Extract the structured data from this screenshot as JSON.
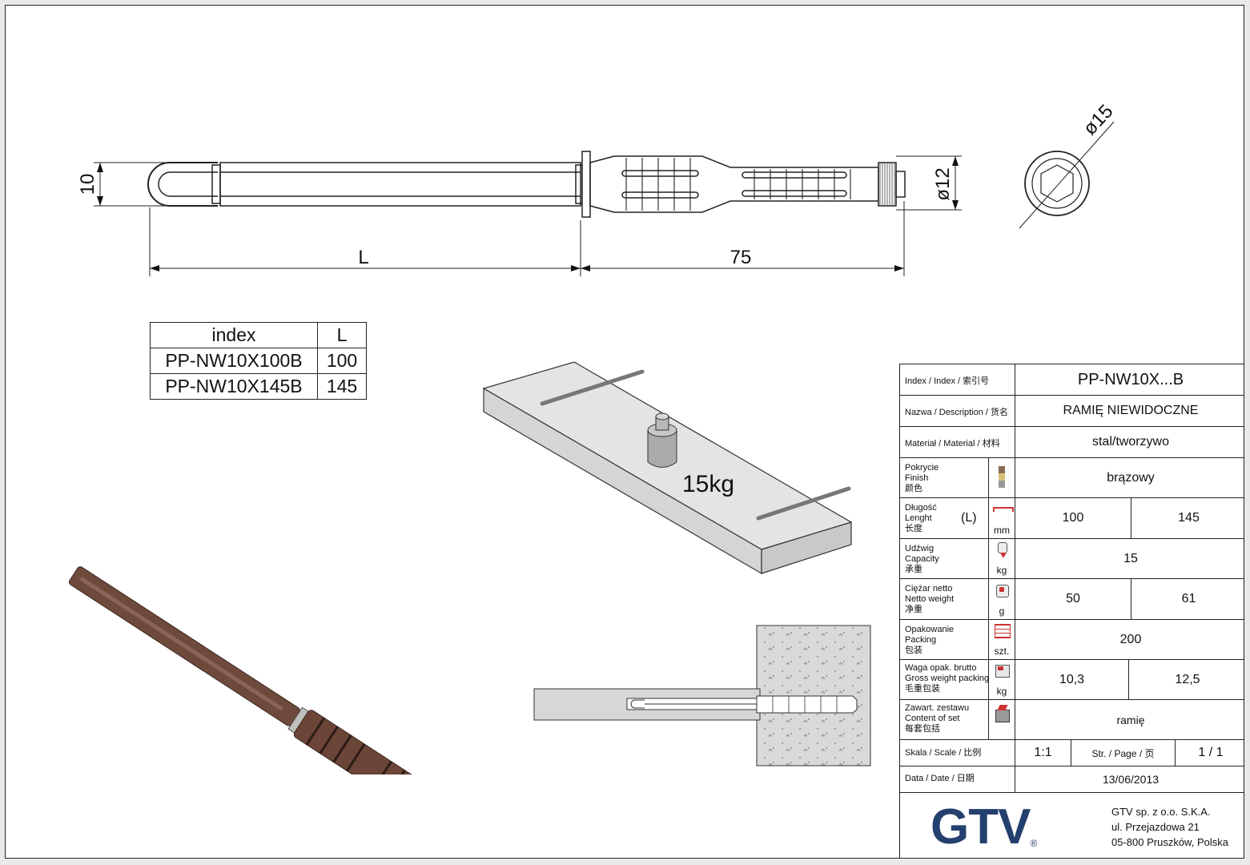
{
  "drawing": {
    "dim_10": "10",
    "dim_L": "L",
    "dim_75": "75",
    "dim_d12": "ø12",
    "dim_d15": "ø15",
    "load_label": "15kg"
  },
  "index_table": {
    "headers": [
      "index",
      "L"
    ],
    "rows": [
      [
        "PP-NW10X100B",
        "100"
      ],
      [
        "PP-NW10X145B",
        "145"
      ]
    ]
  },
  "title_block": {
    "index_label": "Index / Index / 索引号",
    "index_value": "PP-NW10X...B",
    "description_label": "Nazwa / Description / 货名",
    "description_value": "RAMIĘ NIEWIDOCZNE",
    "material_label": "Materiał / Material / 材料",
    "material_value": "stal/tworzywo",
    "finish_label": [
      "Pokrycie",
      "Finish",
      "颜色"
    ],
    "finish_value": "brązowy",
    "length_label": [
      "Długość",
      "Lenght",
      "长度"
    ],
    "length_symbol": "(L)",
    "length_unit": "mm",
    "length_values": [
      "100",
      "145"
    ],
    "capacity_label": [
      "Udźwig",
      "Capacity",
      "承重"
    ],
    "capacity_unit": "kg",
    "capacity_value": "15",
    "weight_label": [
      "Ciężar netto",
      "Netto weight",
      "净重"
    ],
    "weight_unit": "g",
    "weight_values": [
      "50",
      "61"
    ],
    "packing_label": [
      "Opakowanie",
      "Packing",
      "包装"
    ],
    "packing_unit": "szt.",
    "packing_value": "200",
    "gross_label": [
      "Waga opak. brutto",
      "Gross weight packing",
      "毛重包装"
    ],
    "gross_unit": "kg",
    "gross_values": [
      "10,3",
      "12,5"
    ],
    "content_label": [
      "Zawart. zestawu",
      "Content of set",
      "每套包括"
    ],
    "content_value": "ramię",
    "scale_label": "Skala / Scale / 比例",
    "scale_value": "1:1",
    "page_label": "Str. / Page / 页",
    "page_value": "1 / 1",
    "date_label": "Data / Date / 日期",
    "date_value": "13/06/2013",
    "logo_text": "GTV",
    "company": [
      "GTV sp. z o.o. S.K.A.",
      "ul. Przejazdowa 21",
      "05-800 Pruszków, Polska"
    ]
  },
  "colors": {
    "product_brown": "#6e4a3c",
    "logo_blue": "#24406e",
    "concrete": "#d9d9d9",
    "shelf": "#e4e4e4"
  }
}
